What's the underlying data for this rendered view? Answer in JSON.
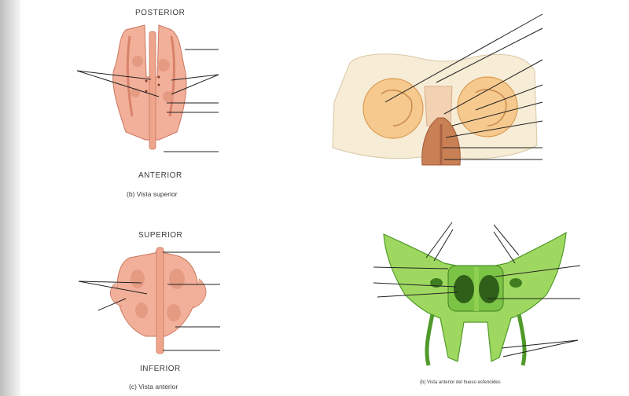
{
  "panel_b_superior": {
    "top_label": "POSTERIOR",
    "bottom_label": "ANTERIOR",
    "caption": "(b) Vista superior"
  },
  "panel_c_anterior": {
    "top_label": "SUPERIOR",
    "bottom_label": "INFERIOR",
    "caption": "(c) Vista anterior"
  },
  "panel_sphenoid": {
    "caption": "(b) Vista anterior del hueso esfenoides"
  },
  "colors": {
    "ethmoid_fill": "#f2b09a",
    "ethmoid_shade": "#d9826a",
    "sphenoid_fill": "#9fd860",
    "sphenoid_shade": "#4f9a2a",
    "orbit_fill": "#f6c98e",
    "nasal_fill": "#c98055",
    "leader_line": "#222222"
  }
}
